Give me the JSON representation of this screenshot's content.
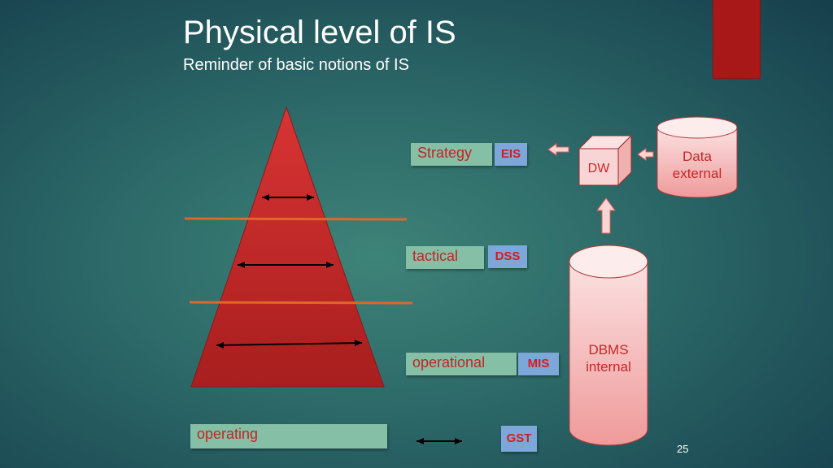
{
  "slide": {
    "title": "Physical level of IS",
    "subtitle": "Reminder of basic notions of IS",
    "page_number": "25"
  },
  "levels": {
    "strategy": "Strategy",
    "tactical": "tactical",
    "operational": "operational",
    "operating": "operating"
  },
  "systems": {
    "eis": "EIS",
    "dss": "DSS",
    "mis": "MIS",
    "gst": "GST"
  },
  "stores": {
    "dw": "DW",
    "data_external_line1": "Data",
    "data_external_line2": "external",
    "dbms_line1": "DBMS",
    "dbms_line2": "internal"
  },
  "colors": {
    "pyramid": "#c42a2a",
    "level_box": "#85bfa6",
    "system_tag": "#7da7d9",
    "divider": "#e0662a",
    "accent_tab": "#a81818",
    "label_text": "#c22525"
  }
}
